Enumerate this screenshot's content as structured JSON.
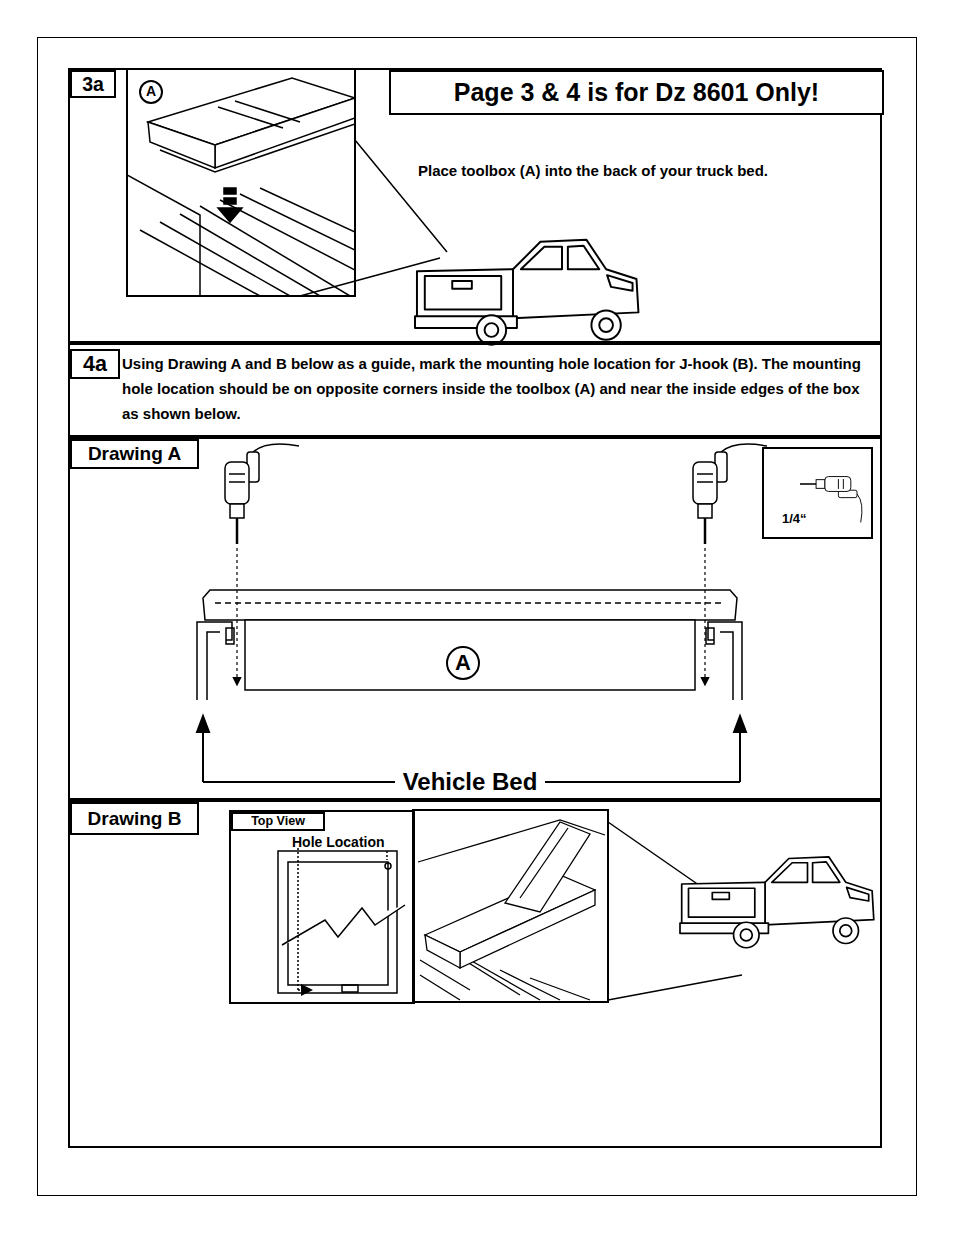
{
  "diagram": {
    "nodes": [
      {
        "text": [
          "3a",
          "Place toolbox (A) into the back of your truck bed."
        ]
      },
      {
        "text": [
          "A"
        ],
        "in": 0
      },
      {
        "text": [
          "Page 3 & 4 is for Dz 8601 Only!"
        ],
        "in": 0
      },
      {
        "text": [
          "4a",
          "Using Drawing A and B below as a guide, mark the mounting hole location for J-hook (B). The mounting hole location should be on opposite corners inside the toolbox (A) and near the inside edges of the box as shown below."
        ]
      },
      {
        "text": [
          "Drawing A"
        ]
      },
      {
        "text": [
          "A"
        ],
        "in": 4
      },
      {
        "text": [
          "1/4“"
        ],
        "in": 4
      },
      {
        "text": [
          "Drawing B"
        ]
      },
      {
        "text": [
          "Top View"
        ],
        "in": 7
      }
    ],
    "labels": [
      "Hole Location",
      "Vehicle Bed"
    ]
  }
}
